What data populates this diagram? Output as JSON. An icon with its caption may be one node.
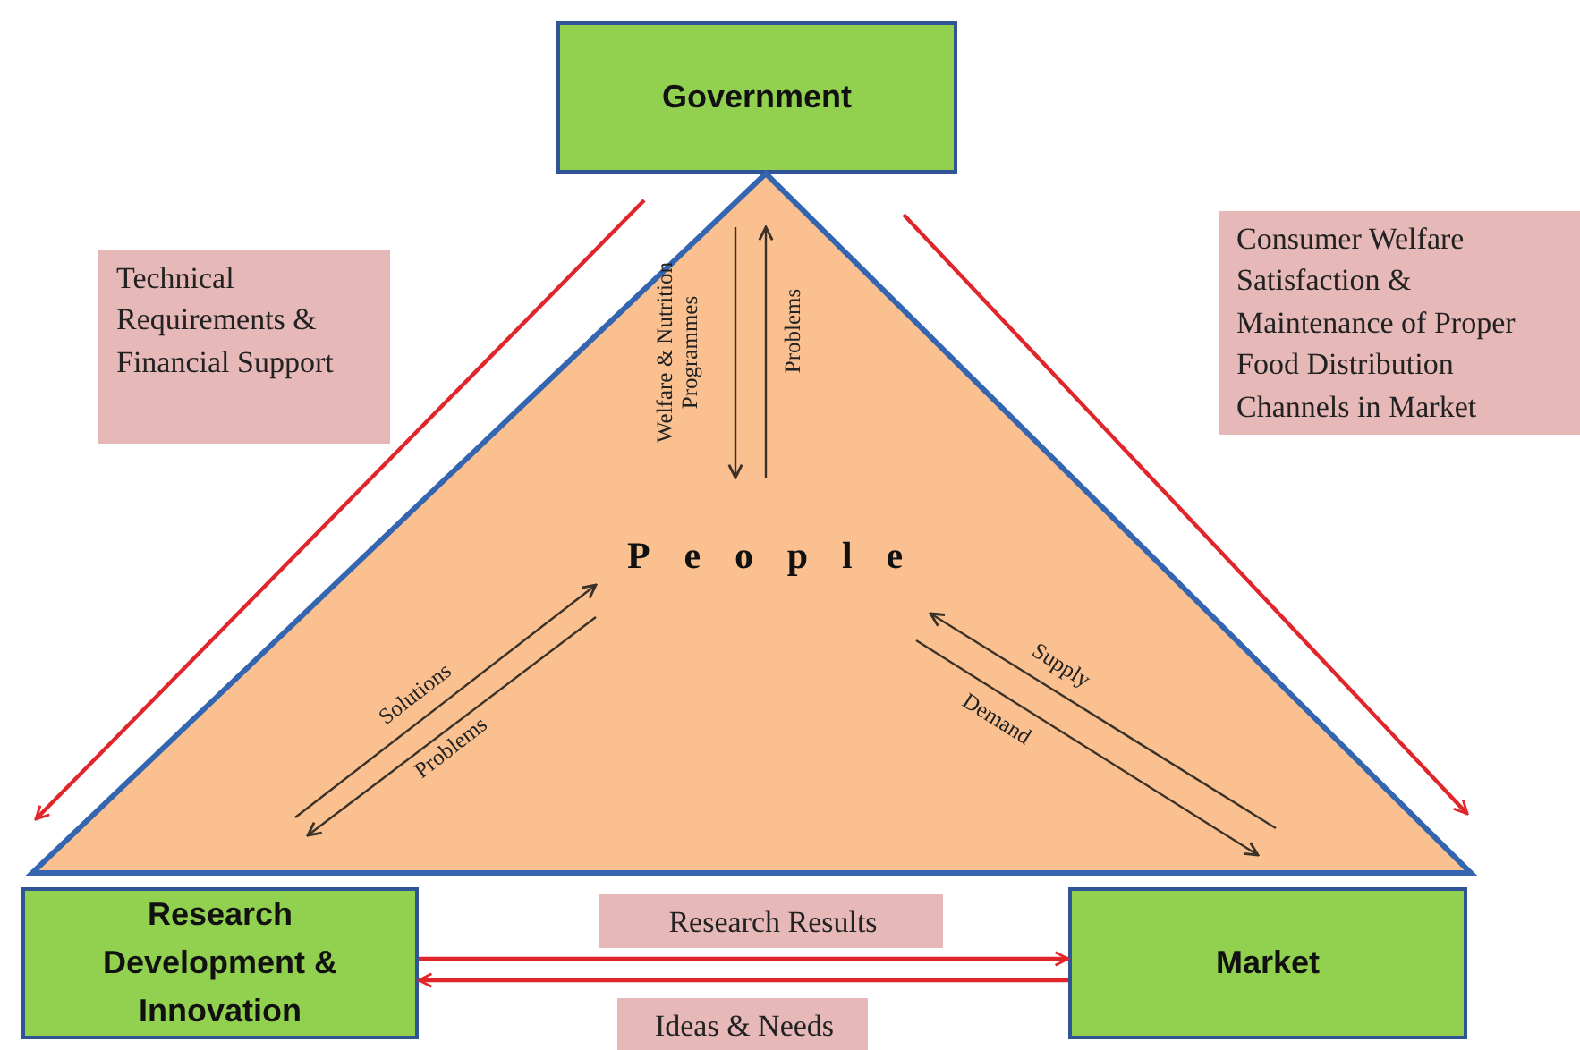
{
  "diagram": {
    "nodes": [
      {
        "text": [
          "Government"
        ]
      },
      {
        "text": [
          "People"
        ]
      },
      {
        "text": [
          "Research Development & Innovation"
        ]
      },
      {
        "text": [
          "Market"
        ]
      }
    ],
    "edges": [
      {
        "from": 2,
        "to": 3,
        "arrow": "to",
        "label": "Research Results"
      },
      {
        "from": 3,
        "to": 2,
        "arrow": "to",
        "label": "Ideas & Needs"
      }
    ],
    "labels": [
      "Technical Requirements & Financial Support",
      "Consumer Welfare Satisfaction & Maintenance of Proper Food Distribution Channels in Market",
      "Welfare & Nutrition Programmes",
      "Problems",
      "Supply",
      "Solutions",
      "Problems",
      "Demand"
    ]
  }
}
